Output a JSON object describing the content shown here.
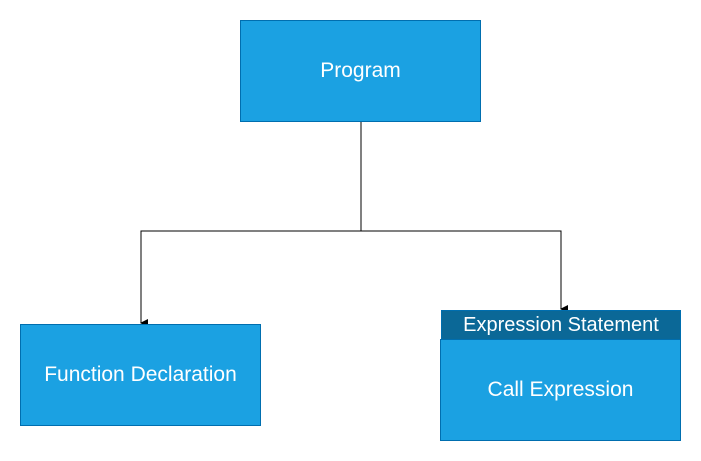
{
  "diagram": {
    "nodes": {
      "program": {
        "label": "Program"
      },
      "function_declaration": {
        "label": "Function Declaration"
      },
      "expression_statement": {
        "label": "Expression Statement"
      },
      "call_expression": {
        "label": "Call Expression"
      }
    },
    "edges": [
      {
        "from": "program",
        "to": "function_declaration"
      },
      {
        "from": "program",
        "to": "expression_statement"
      }
    ]
  },
  "colors": {
    "box_fill": "#1ba1e2",
    "box_border": "#006eaf",
    "header_fill": "#0b6897",
    "text": "#ffffff",
    "connector": "#000000",
    "background": "#ffffff"
  }
}
